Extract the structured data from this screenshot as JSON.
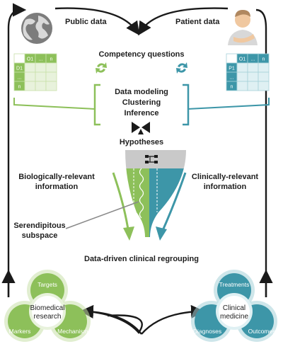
{
  "colors": {
    "green": "#8dc05a",
    "green_light": "#c8e0a9",
    "green_pale": "#e8f2dc",
    "teal": "#3d96a8",
    "teal_light": "#a6d1d9",
    "teal_pale": "#dff0f3",
    "gray": "#c9c9c9",
    "arrow": "#1a1a1a"
  },
  "icons": {
    "public": "globe-icon",
    "patient": "patient-icon",
    "recycle": "recycle-icon",
    "bowtie": "bowtie-icon",
    "flow": "flowchart-icon"
  },
  "labels": {
    "public_data": "Public data",
    "patient_data": "Patient data",
    "competency": "Competency questions",
    "modeling": "Data modeling",
    "clustering": "Clustering",
    "inference": "Inference",
    "hypotheses": "Hypotheses",
    "bio_info_1": "Biologically-relevant",
    "bio_info_2": "information",
    "clin_info_1": "Clinically-relevant",
    "clin_info_2": "information",
    "serendip_1": "Serendipitous",
    "serendip_2": "subspace",
    "regrouping": "Data-driven clinical regrouping"
  },
  "public_table": {
    "col_headers": [
      "O1",
      "...",
      "n"
    ],
    "row_headers": [
      "D1",
      "...",
      "n"
    ]
  },
  "patient_table": {
    "col_headers": [
      "O1",
      "...",
      "n"
    ],
    "row_headers": [
      "P1",
      "...",
      "n"
    ]
  },
  "biomedical": {
    "center_1": "Biomedical",
    "center_2": "research",
    "petals": [
      "Targets",
      "Markers",
      "Mechanisms"
    ]
  },
  "clinical": {
    "center_1": "Clinical",
    "center_2": "medicine",
    "petals": [
      "Treatments",
      "Diagnoses",
      "Outcomes"
    ]
  }
}
